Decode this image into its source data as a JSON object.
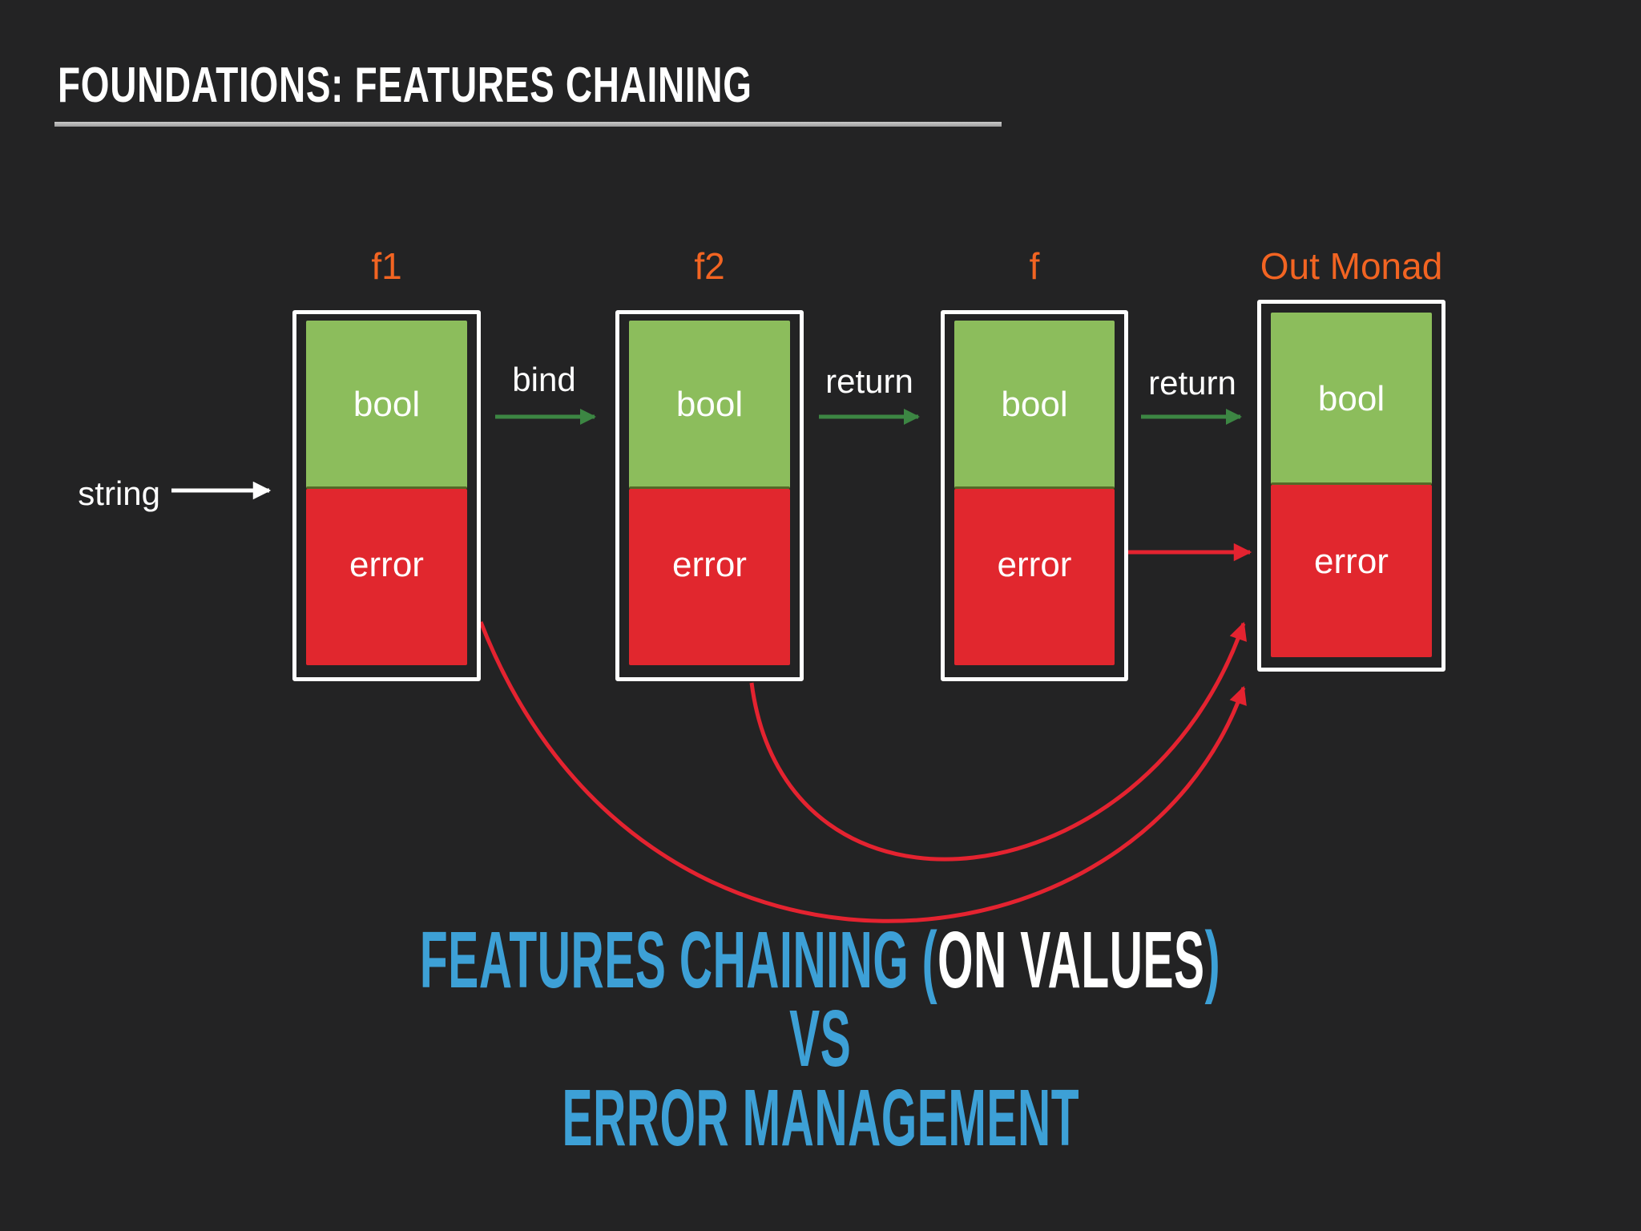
{
  "slide": {
    "title": "FOUNDATIONS: FEATURES CHAINING",
    "colors": {
      "background": "#232324",
      "accent_orange": "#f26422",
      "bool_green": "#8cbd5c",
      "error_red": "#e1272e",
      "arrow_green": "#3c8643",
      "arrow_red": "#e42330",
      "headline_blue": "#3da0d6",
      "underline_gray": "#9d9d9d"
    },
    "diagram": {
      "input_label": "string",
      "boxes": [
        {
          "name": "f1",
          "top_section": "bool",
          "bottom_section": "error"
        },
        {
          "name": "f2",
          "top_section": "bool",
          "bottom_section": "error"
        },
        {
          "name": "f",
          "top_section": "bool",
          "bottom_section": "error"
        },
        {
          "name": "Out Monad",
          "top_section": "bool",
          "bottom_section": "error"
        }
      ],
      "transitions": [
        {
          "label": "bind"
        },
        {
          "label": "return"
        },
        {
          "label": "return"
        }
      ]
    },
    "headline": {
      "line1_blue": "FEATURES CHAINING (",
      "line1_white": "ON VALUES",
      "line1_blue_close": ")",
      "line2": "VS",
      "line3": "ERROR MANAGEMENT"
    }
  }
}
